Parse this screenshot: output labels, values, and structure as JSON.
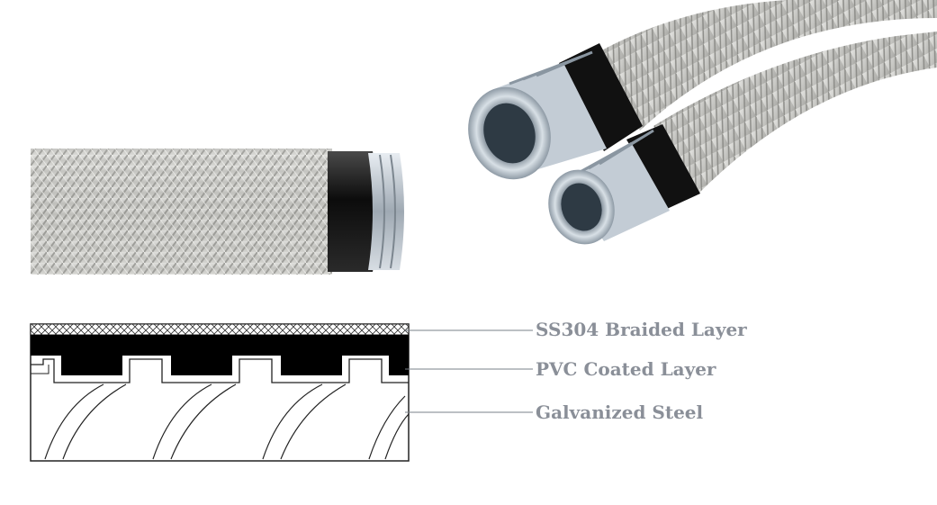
{
  "labels": {
    "braided": "SS304 Braided Layer",
    "pvc": "PVC Coated Layer",
    "steel": "Galvanized Steel"
  },
  "colors": {
    "label_text": "#8a8f98",
    "braid_silver": "#c9c9c6",
    "pvc_black": "#111111",
    "steel_blue_gray": "#b8c2cc"
  },
  "icons": {
    "hose_side": "braided-hose-side-view",
    "hose_ends": "two-braided-hose-ends",
    "cross_section": "hose-cross-section-diagram"
  }
}
